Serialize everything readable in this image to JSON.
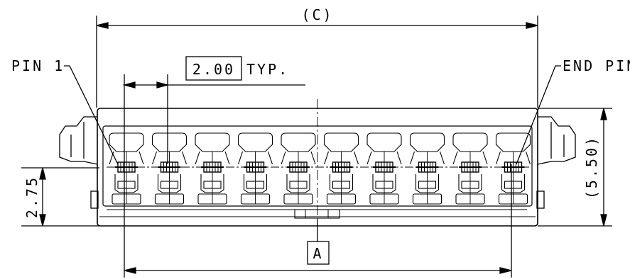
{
  "labels": {
    "overall_width": "(C)",
    "pitch_value": "2.00",
    "pitch_suffix": "TYP.",
    "pin_first": "PIN 1",
    "pin_end": "END PIN",
    "height_total": "(5.50)",
    "height_pin": "2.75",
    "datum": "A"
  },
  "pin_count": 10
}
